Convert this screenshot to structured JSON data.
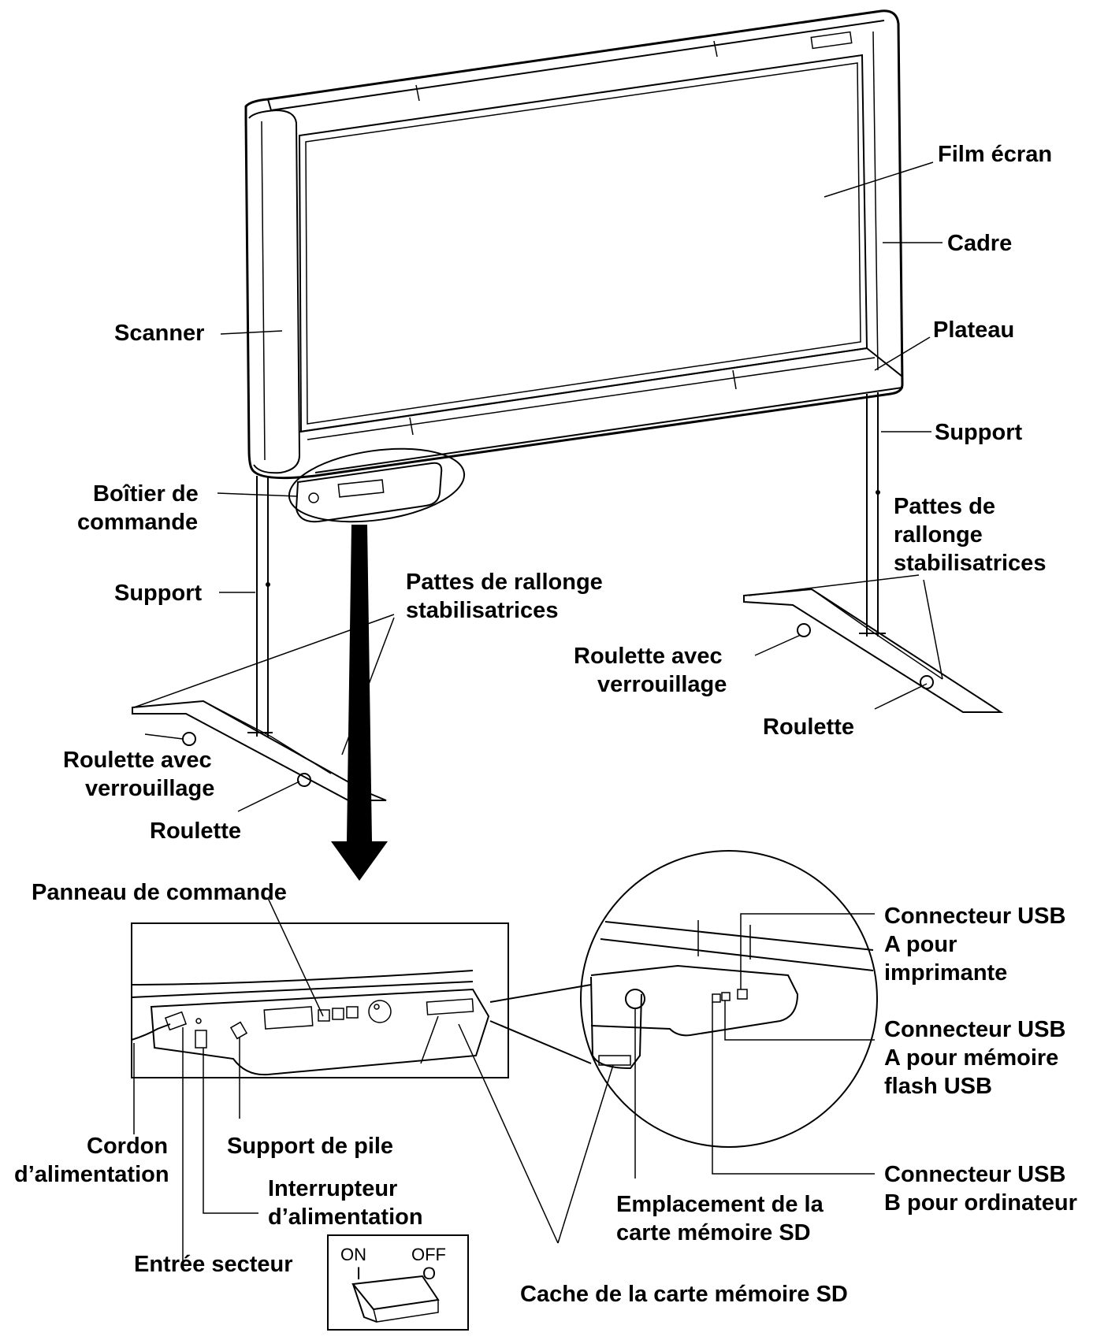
{
  "labels": {
    "film_ecran": "Film écran",
    "cadre": "Cadre",
    "scanner": "Scanner",
    "plateau": "Plateau",
    "support_right": "Support",
    "boitier_1": "Boîtier de",
    "boitier_2": "commande",
    "pattes_right_1": "Pattes de",
    "pattes_right_2": "rallonge",
    "pattes_right_3": "stabilisatrices",
    "support_left": "Support",
    "pattes_left_1": "Pattes de rallonge",
    "pattes_left_2": "stabilisatrices",
    "roulette_verrou_right_1": "Roulette avec",
    "roulette_verrou_right_2": "verrouillage",
    "roulette_right": "Roulette",
    "roulette_verrou_left_1": "Roulette avec",
    "roulette_verrou_left_2": "verrouillage",
    "roulette_left": "Roulette",
    "panneau": "Panneau de commande",
    "usb_printer_1": "Connecteur USB",
    "usb_printer_2": "A pour",
    "usb_printer_3": "imprimante",
    "usb_flash_1": "Connecteur USB",
    "usb_flash_2": "A pour mémoire",
    "usb_flash_3": "flash USB",
    "cordon_1": "Cordon",
    "cordon_2": "d’alimentation",
    "support_pile": "Support de pile",
    "usb_pc_1": "Connecteur USB",
    "usb_pc_2": "B pour ordinateur",
    "interrupteur_1": "Interrupteur",
    "interrupteur_2": "d’alimentation",
    "emplacement_1": "Emplacement de la",
    "emplacement_2": "carte mémoire SD",
    "entree": "Entrée secteur",
    "switch_on": "ON",
    "switch_off": "OFF",
    "switch_on_sym": "I",
    "switch_off_sym": "O",
    "cache_sd": "Cache de la carte mémoire SD"
  }
}
